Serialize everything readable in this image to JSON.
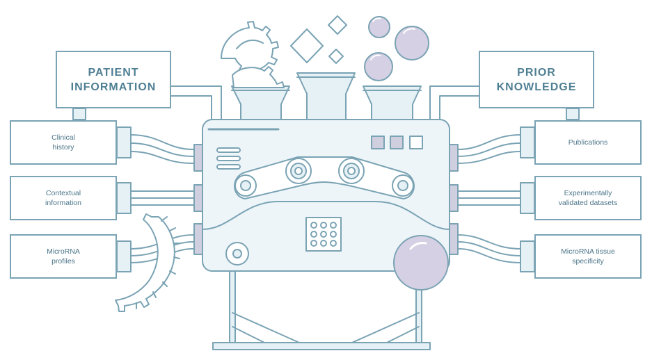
{
  "colors": {
    "stroke": "#7aa3b4",
    "fill_light": "#e6f1f6",
    "fill_body": "#edf5f9",
    "accent": "#cfcfe0",
    "text": "#4f7f93"
  },
  "headers": {
    "patient": "PATIENT\nINFORMATION",
    "prior": "PRIOR\nKNOWLEDGE"
  },
  "left_inputs": [
    {
      "label": "Clinical\nhistory"
    },
    {
      "label": "Contextual\ninformation"
    },
    {
      "label": "MicroRNA\nprofiles"
    }
  ],
  "right_inputs": [
    {
      "label": "Publications"
    },
    {
      "label": "Experimentally\nvalidated datasets"
    },
    {
      "label": "MicroRNA tissue\nspecificity"
    }
  ],
  "icons": [
    "gear-icon",
    "diamond-icon",
    "bubble-icon",
    "funnel-icon",
    "conveyor-icon",
    "button-panel-icon"
  ]
}
